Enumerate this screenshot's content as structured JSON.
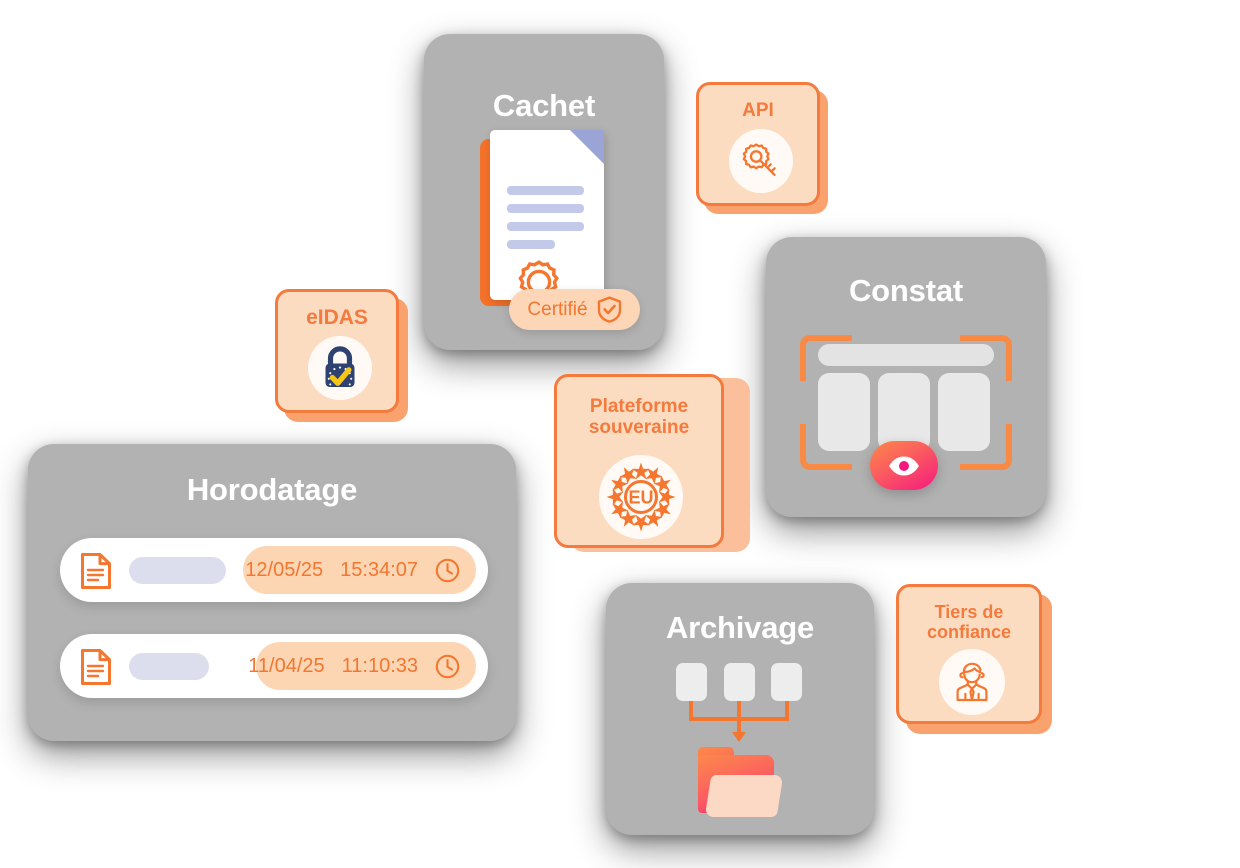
{
  "diagram": {
    "title_hidden": "",
    "accent_orange": "#f4762f",
    "badge_bg": "#fcdcc1",
    "card_gray": "#b2b2b2"
  },
  "cards": [
    {
      "id": "cachet",
      "title": "Cachet",
      "pill_label": "Certifié",
      "pill_icon": "shield-check-icon",
      "doc_icon": "sealed-document-icon"
    },
    {
      "id": "constat",
      "title": "Constat",
      "scan_icon": "scan-frame-icon",
      "eye_icon": "eye-icon"
    },
    {
      "id": "horodatage",
      "title": "Horodatage",
      "rows": [
        {
          "doc_icon": "document-icon",
          "date": "12/05/25",
          "time": "15:34:07",
          "clock_icon": "clock-icon"
        },
        {
          "doc_icon": "document-icon",
          "date": "11/04/25",
          "time": "11:10:33",
          "clock_icon": "clock-icon"
        }
      ]
    },
    {
      "id": "archivage",
      "title": "Archivage",
      "folder_icon": "folder-icon",
      "boxes_count": 3
    }
  ],
  "badges": [
    {
      "id": "api",
      "label": "API",
      "icon": "key-icon"
    },
    {
      "id": "eidas",
      "label": "eIDAS",
      "icon": "padlock-eu-icon"
    },
    {
      "id": "plateforme",
      "label": "Plateforme\nsouveraine",
      "line1": "Plateforme",
      "line2": "souveraine",
      "icon": "eu-stars-icon",
      "icon_text": "EU"
    },
    {
      "id": "tiers",
      "label": "Tiers de\nconfiance",
      "line1": "Tiers de",
      "line2": "confiance",
      "icon": "trusted-person-icon"
    }
  ]
}
